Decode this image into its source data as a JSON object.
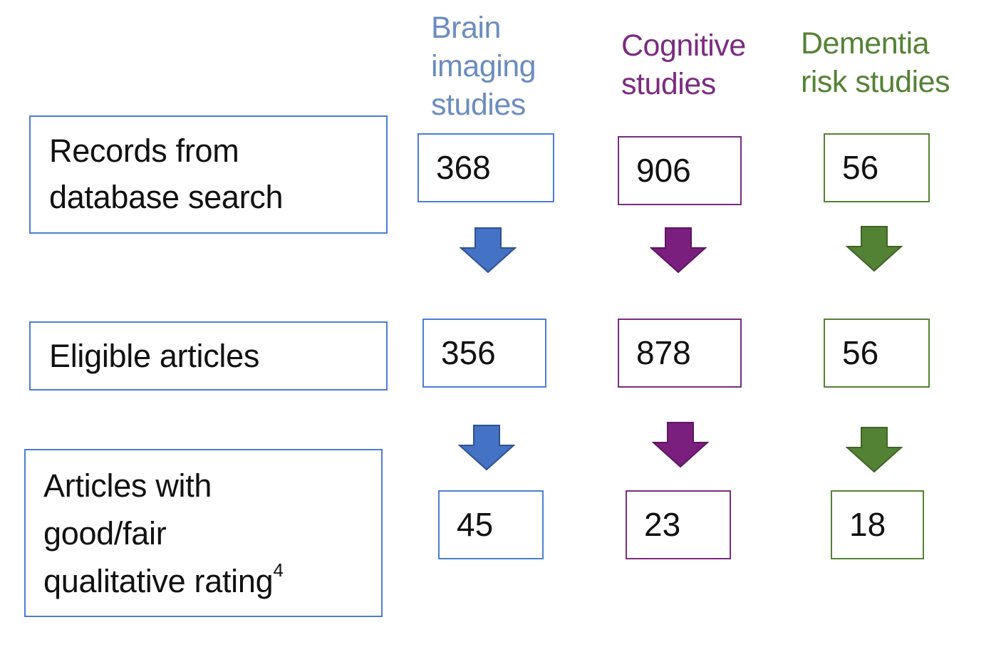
{
  "colors": {
    "row_border": "#4a7fd0",
    "brain_text": "#6b8cbf",
    "brain_border": "#4a7fd0",
    "brain_arrow": "#4472c4",
    "cognitive": "#7b2c7f",
    "dementia": "#548235"
  },
  "columns": {
    "brain": {
      "header_lines": [
        "Brain",
        "imaging",
        "studies"
      ],
      "records": "368",
      "eligible": "356",
      "good": "45"
    },
    "cognitive": {
      "header_lines": [
        "Cognitive",
        "studies"
      ],
      "records": "906",
      "eligible": "878",
      "good": "23"
    },
    "dementia": {
      "header_lines": [
        "Dementia",
        "risk studies"
      ],
      "records": "56",
      "eligible": "56",
      "good": "18"
    }
  },
  "rows": {
    "records_lines": [
      "Records from",
      "database search"
    ],
    "eligible_label": "Eligible articles",
    "good_lines": [
      "Articles with",
      "good/fair",
      "qualitative rating"
    ],
    "good_superscript": "4"
  },
  "icons": {
    "flow_arrow": "down-arrow-icon"
  }
}
